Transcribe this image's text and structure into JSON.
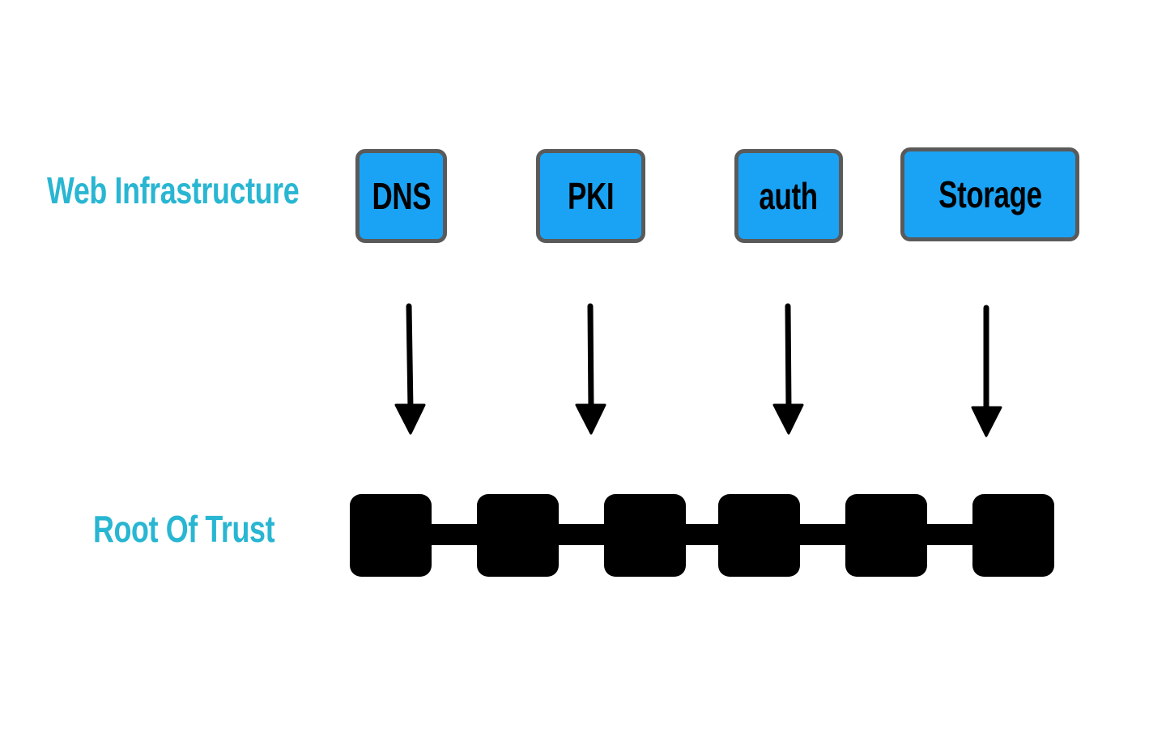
{
  "labels": {
    "web_infrastructure": "Web Infrastructure",
    "root_of_trust": "Root Of Trust"
  },
  "services": [
    {
      "label": "DNS"
    },
    {
      "label": "PKI"
    },
    {
      "label": "auth"
    },
    {
      "label": "Storage"
    }
  ],
  "colors": {
    "label_text": "#29b6d2",
    "box_fill": "#1aa3f5",
    "box_border": "#5a5a5a",
    "chain": "#000000",
    "arrow": "#000000"
  },
  "chain": {
    "block_count": 6
  }
}
